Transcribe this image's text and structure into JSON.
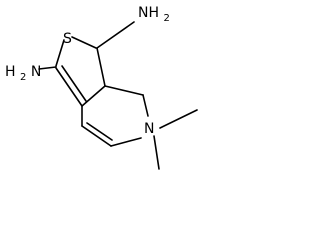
{
  "labels": {
    "sulfur": "S",
    "amine_top": "NH",
    "amine_top_subscript": "2",
    "amine_left": "H",
    "amine_left_subscript": "2",
    "amine_left_suffix": "N",
    "nitrogen_ring": "N"
  },
  "colors": {
    "bond": "#000000",
    "text": "#000000",
    "background": "#ffffff"
  }
}
